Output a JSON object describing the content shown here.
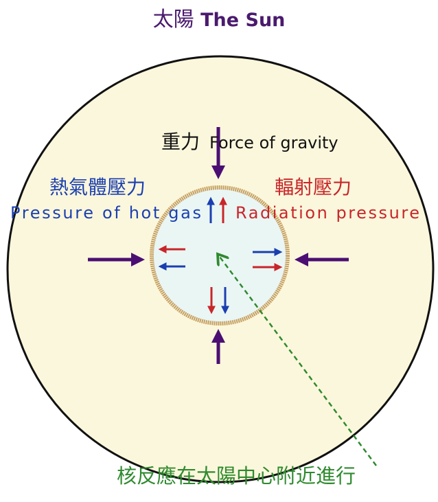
{
  "title": {
    "chinese": "太陽",
    "english": "The Sun"
  },
  "gravity": {
    "chinese": "重力",
    "english": "Force of gravity"
  },
  "gas_pressure": {
    "chinese": "熱氣體壓力",
    "english": "Pressure of hot gas"
  },
  "radiation_pressure": {
    "chinese": "輻射壓力",
    "english": "Radiation pressure"
  },
  "core_note": "核反應在太陽中心附近進行",
  "colors": {
    "sun_fill": "#fbf7dc",
    "core_fill": "#eaf6f4",
    "core_ring": "#c8a060",
    "gravity": "#4b0f73",
    "gas": "#1b3fb0",
    "radiation": "#c8262a",
    "note": "#2f8a2f",
    "title": "#4a1a6e"
  }
}
